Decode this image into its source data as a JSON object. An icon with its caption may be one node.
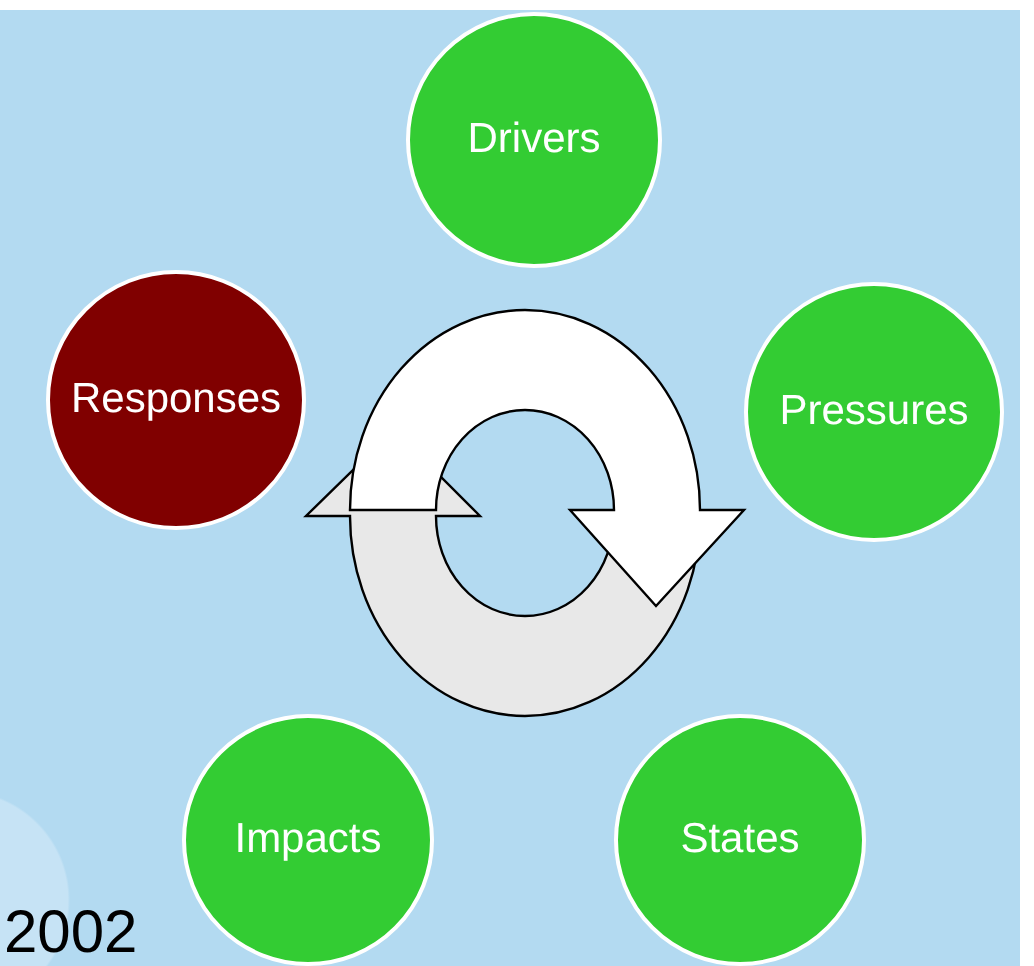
{
  "diagram": {
    "nodes": [
      {
        "text": [
          "Drivers"
        ]
      },
      {
        "text": [
          "Pressures"
        ]
      },
      {
        "text": [
          "States"
        ]
      },
      {
        "text": [
          "Impacts"
        ]
      },
      {
        "text": [
          "Responses"
        ]
      }
    ],
    "labels": [
      "2002"
    ]
  }
}
